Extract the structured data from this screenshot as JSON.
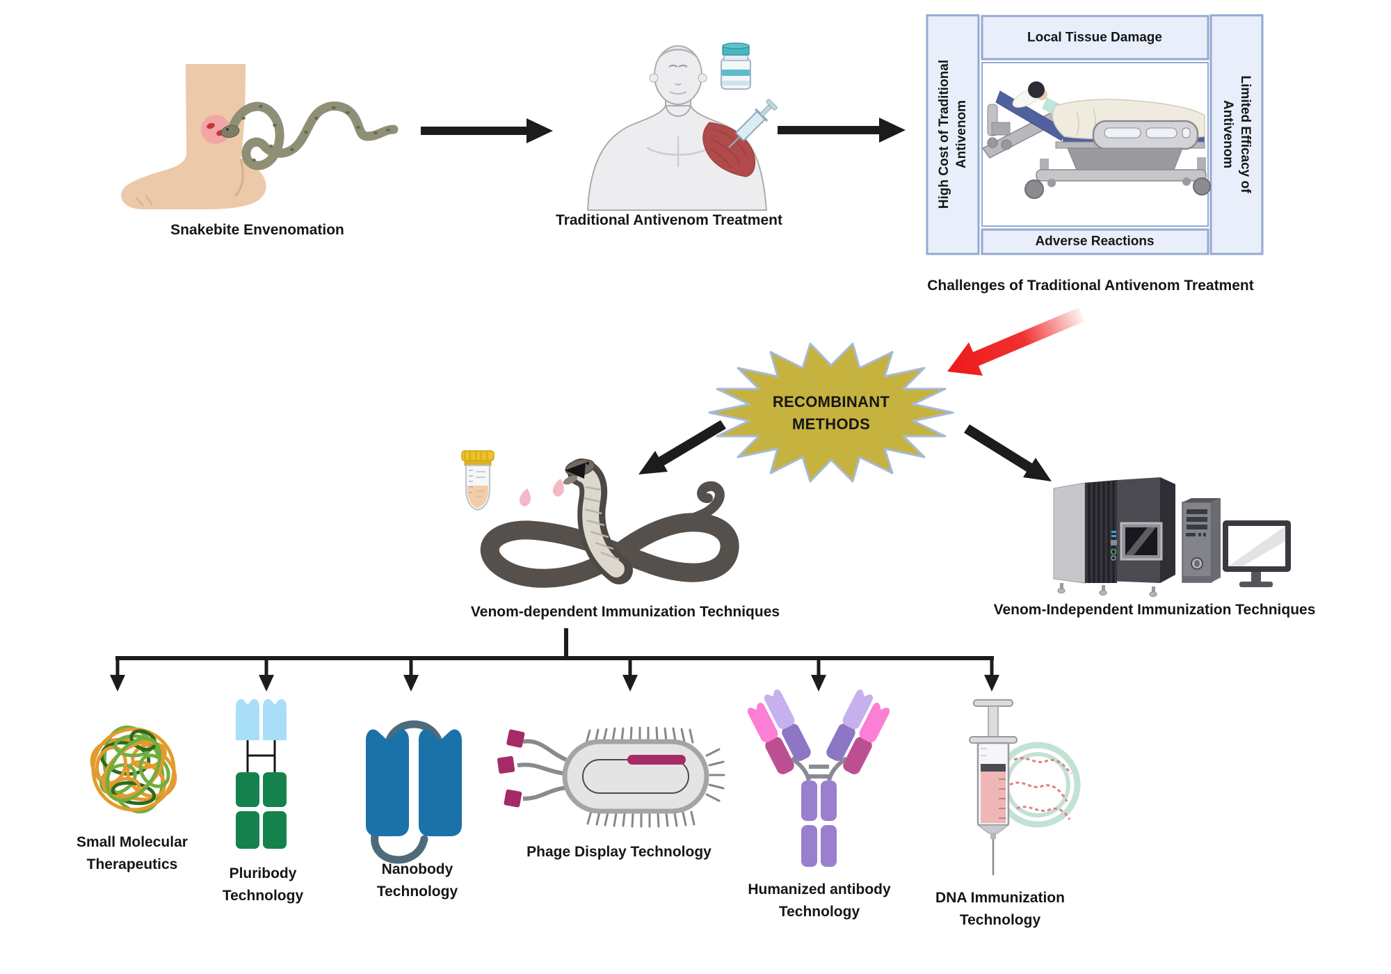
{
  "flow": {
    "step1_label": "Snakebite Envenomation",
    "step2_label": "Traditional Antivenom Treatment",
    "challenges": {
      "caption": "Challenges of Traditional Antivenom Treatment",
      "top": "Local Tissue Damage",
      "bottom": "Adverse Reactions",
      "left": {
        "line1": "High Cost of Traditional",
        "line2": "Antivenom"
      },
      "right": {
        "line1": "Limited Efficacy of",
        "line2": "Antivenom"
      }
    },
    "hub": {
      "line1": "RECOMBINANT",
      "line2": "METHODS"
    },
    "venom_dependent_label": "Venom-dependent Immunization Techniques",
    "venom_independent_label": "Venom-Independent Immunization Techniques"
  },
  "technologies": [
    {
      "name": "small-molecular-therapeutics",
      "line1": "Small Molecular",
      "line2": "Therapeutics"
    },
    {
      "name": "pluribody-technology",
      "line1": "Pluribody",
      "line2": "Technology"
    },
    {
      "name": "nanobody-technology",
      "line1": "Nanobody",
      "line2": "Technology"
    },
    {
      "name": "phage-display-technology",
      "line1": "Phage Display Technology",
      "line2": ""
    },
    {
      "name": "humanized-antibody-technology",
      "line1": "Humanized antibody",
      "line2": "Technology"
    },
    {
      "name": "dna-immunization-technology",
      "line1": "DNA Immunization",
      "line2": "Technology"
    }
  ],
  "icons": {
    "step1": "snakebite-foot-and-snake",
    "step2": "torso-intramuscular-injection-with-vial",
    "challenges": "patient-on-hospital-bed",
    "hub": "starburst-badge",
    "venom_dependent": "cobra-with-venom-collection-tube",
    "venom_independent": "dna-sequencer-with-computer",
    "tech1": "polymer-tangle-ball",
    "tech2": "pluribody-domains",
    "tech3": "nanobody-domains",
    "tech4": "bacteriophage-display",
    "tech5": "igg-antibody",
    "tech6": "syringe-with-plasmid"
  },
  "colors": {
    "hub_fill": "#c6b23f",
    "hub_stroke": "#a6b9d6",
    "panel_fill": "#e9effa",
    "panel_border": "#94a9d1",
    "flow_arrow": "#1c1c1c",
    "alert_arrow": "#ee1a1a",
    "text": "#161616",
    "muscle_red": "#b14a4a",
    "nanobody_blue": "#1b72a8",
    "pluribody_green": "#15824e",
    "phage_magenta": "#a62a68",
    "antibody_purple": "#9a7fce"
  }
}
